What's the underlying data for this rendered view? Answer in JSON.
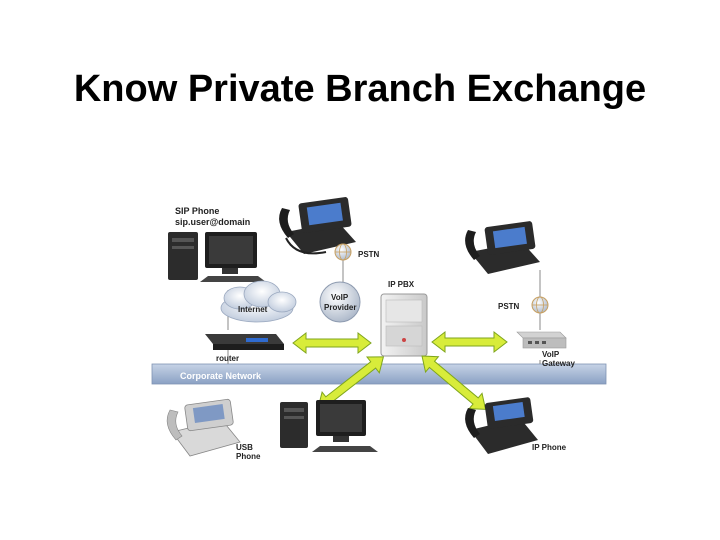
{
  "slide": {
    "title": "Know Private Branch Exchange"
  },
  "diagram": {
    "sip_phone_line1": "SIP Phone",
    "sip_phone_line2": "sip.user@domain",
    "internet": "Internet",
    "router": "router",
    "voip_provider_line1": "VoIP",
    "voip_provider_line2": "Provider",
    "pstn_left": "PSTN",
    "ip_pbx": "IP PBX",
    "pstn_right": "PSTN",
    "voip_gateway_line1": "VoIP",
    "voip_gateway_line2": "Gateway",
    "corporate_network": "Corporate Network",
    "usb_phone_line1": "USB",
    "usb_phone_line2": "Phone",
    "ip_phone": "IP Phone"
  },
  "colors": {
    "network_bar": "#9fb4d2",
    "arrow": "#d8ec3a",
    "arrow_outline": "#7fa51c",
    "cloud": "#c9d4e4",
    "phone_dark": "#2b2b2b",
    "screen": "#4b7ccc"
  },
  "icons": [
    "desktop-computer-icon",
    "desk-phone-icon",
    "cloud-icon",
    "router-icon",
    "server-icon",
    "globe-icon",
    "gateway-icon"
  ]
}
